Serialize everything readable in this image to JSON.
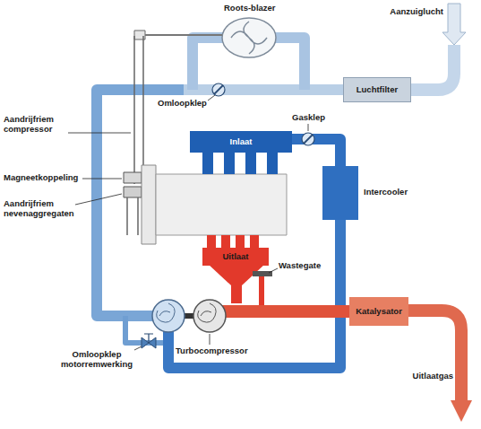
{
  "diagram": {
    "nodes": [
      {
        "text": [
          "Luchtfilter"
        ]
      },
      {
        "text": [
          "Intercooler"
        ]
      },
      {
        "text": [
          "Inlaat"
        ]
      },
      {
        "text": [
          "Uitlaat"
        ]
      },
      {
        "text": [
          "Katalysator"
        ]
      }
    ],
    "edges": [
      {
        "from": 1,
        "to": 2,
        "arrow": "none"
      }
    ],
    "labels": [
      "Roots-blazer",
      "Aanzuiglucht",
      "Omloopklep",
      "Gasklep",
      "Aandrijfriem compressor",
      "Magneetkoppeling",
      "Aandrijfriem nevenaggregaten",
      "Wastegate",
      "Turbocompressor",
      "Omloopklep motorremwerking",
      "Uitlaatgas"
    ]
  }
}
